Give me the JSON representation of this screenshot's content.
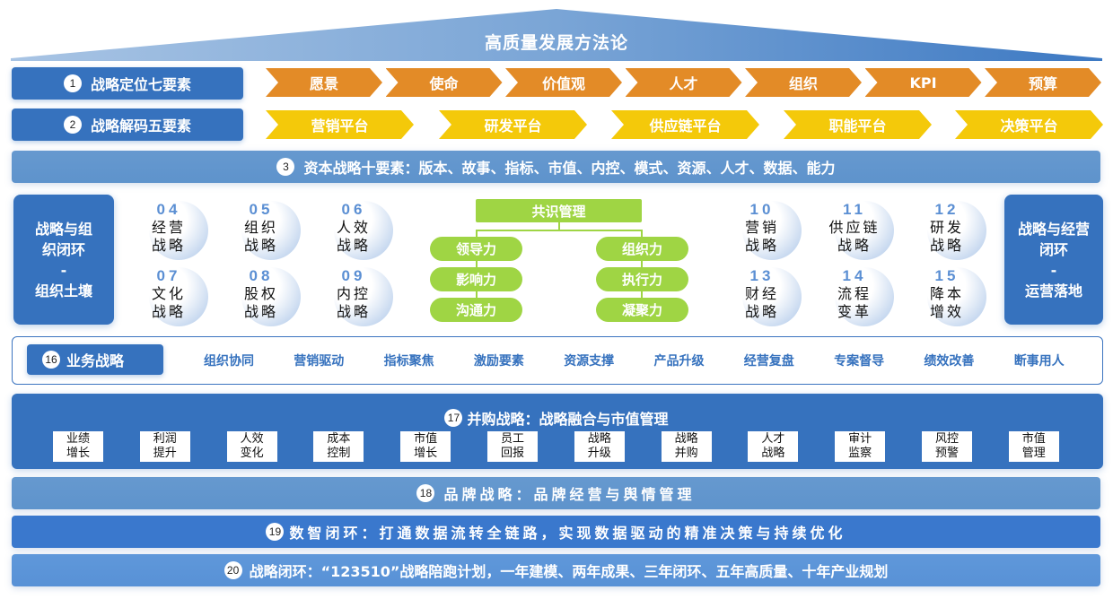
{
  "title": "高质量发展方法论",
  "rows": {
    "r1": {
      "num": "1",
      "label": "战略定位七要素",
      "items": [
        "愿景",
        "使命",
        "价值观",
        "人才",
        "组织",
        "KPI",
        "预算"
      ]
    },
    "r2": {
      "num": "2",
      "label": "战略解码五要素",
      "items": [
        "营销平台",
        "研发平台",
        "供应链平台",
        "职能平台",
        "决策平台"
      ]
    },
    "r3": {
      "num": "3",
      "label": "资本战略十要素：版本、故事、指标、市值、内控、模式、资源、人才、数据、能力"
    }
  },
  "left_box": {
    "line1": "战略与组",
    "line2": "织闭环",
    "line3": "-",
    "line4": "组织土壤"
  },
  "right_box": {
    "line1": "战略与经营",
    "line2": "闭环",
    "line3": "-",
    "line4": "运营落地"
  },
  "bubbles": [
    {
      "num": "04",
      "l1": "经营",
      "l2": "战略"
    },
    {
      "num": "05",
      "l1": "组织",
      "l2": "战略"
    },
    {
      "num": "06",
      "l1": "人效",
      "l2": "战略"
    },
    {
      "num": "07",
      "l1": "文化",
      "l2": "战略"
    },
    {
      "num": "08",
      "l1": "股权",
      "l2": "战略"
    },
    {
      "num": "09",
      "l1": "内控",
      "l2": "战略"
    },
    {
      "num": "10",
      "l1": "营销",
      "l2": "战略"
    },
    {
      "num": "11",
      "l1": "供应链",
      "l2": "战略"
    },
    {
      "num": "12",
      "l1": "研发",
      "l2": "战略"
    },
    {
      "num": "13",
      "l1": "财经",
      "l2": "战略"
    },
    {
      "num": "14",
      "l1": "流程",
      "l2": "变革"
    },
    {
      "num": "15",
      "l1": "降本",
      "l2": "增效"
    }
  ],
  "consensus": {
    "top": "共识管理",
    "left": [
      "领导力",
      "影响力",
      "沟通力"
    ],
    "right": [
      "组织力",
      "执行力",
      "凝聚力"
    ]
  },
  "business": {
    "num": "16",
    "label": "业务战略",
    "items": [
      "组织协同",
      "营销驱动",
      "指标聚焦",
      "激励要素",
      "资源支撑",
      "产品升级",
      "经营复盘",
      "专案督导",
      "绩效改善",
      "断事用人"
    ]
  },
  "ma": {
    "num": "17",
    "title": "并购战略：战略融合与市值管理",
    "tags": [
      [
        "业绩",
        "增长"
      ],
      [
        "利润",
        "提升"
      ],
      [
        "人效",
        "变化"
      ],
      [
        "成本",
        "控制"
      ],
      [
        "市值",
        "增长"
      ],
      [
        "员工",
        "回报"
      ],
      [
        "战略",
        "升级"
      ],
      [
        "战略",
        "并购"
      ],
      [
        "人才",
        "战略"
      ],
      [
        "审计",
        "监察"
      ],
      [
        "风控",
        "预警"
      ],
      [
        "市值",
        "管理"
      ]
    ]
  },
  "bands": {
    "b18": {
      "num": "18",
      "label": "品牌战略：品牌经营与舆情管理"
    },
    "b19": {
      "num": "19",
      "label": "数智闭环：打通数据流转全链路，实现数据驱动的精准决策与持续优化"
    },
    "b20": {
      "num": "20",
      "label": "战略闭环：“123510”战略陪跑计划，一年建模、两年成果、三年闭环、五年高质量、十年产业规划"
    }
  },
  "colors": {
    "primary_blue": "#3672be",
    "orange": "#e38b27",
    "yellow": "#f4c90a",
    "green": "#9fd544",
    "bubble_number": "#5b8fd3"
  }
}
